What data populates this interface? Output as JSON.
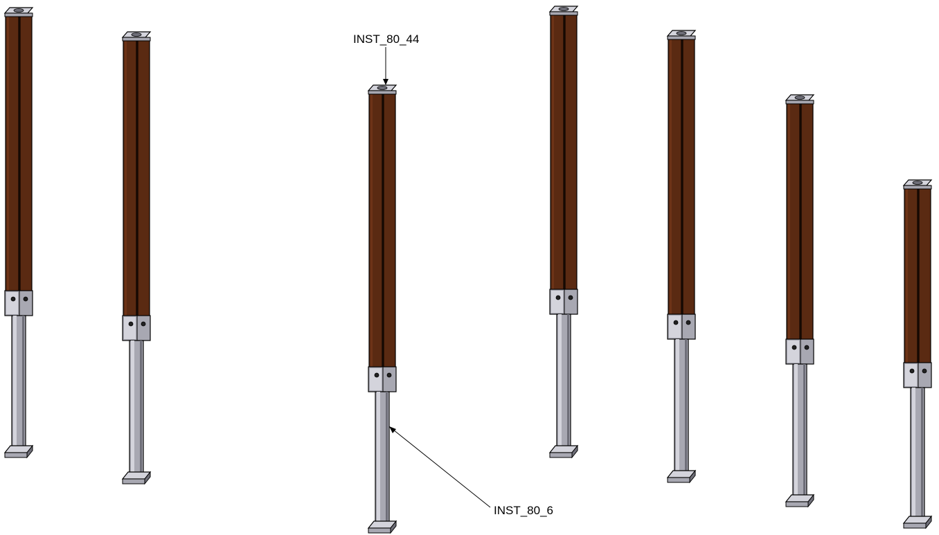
{
  "callouts": {
    "top_label": "INST_80_44",
    "bottom_label": "INST_80_6"
  },
  "colors": {
    "wood": "#5a2a12",
    "wood_dark": "#2a1206",
    "wood_light": "#7a3a1a",
    "metal": "#a8a8b2",
    "metal_dark": "#6e6e78",
    "metal_light": "#d4d4dc",
    "outline": "#000000"
  },
  "posts_count": 7
}
